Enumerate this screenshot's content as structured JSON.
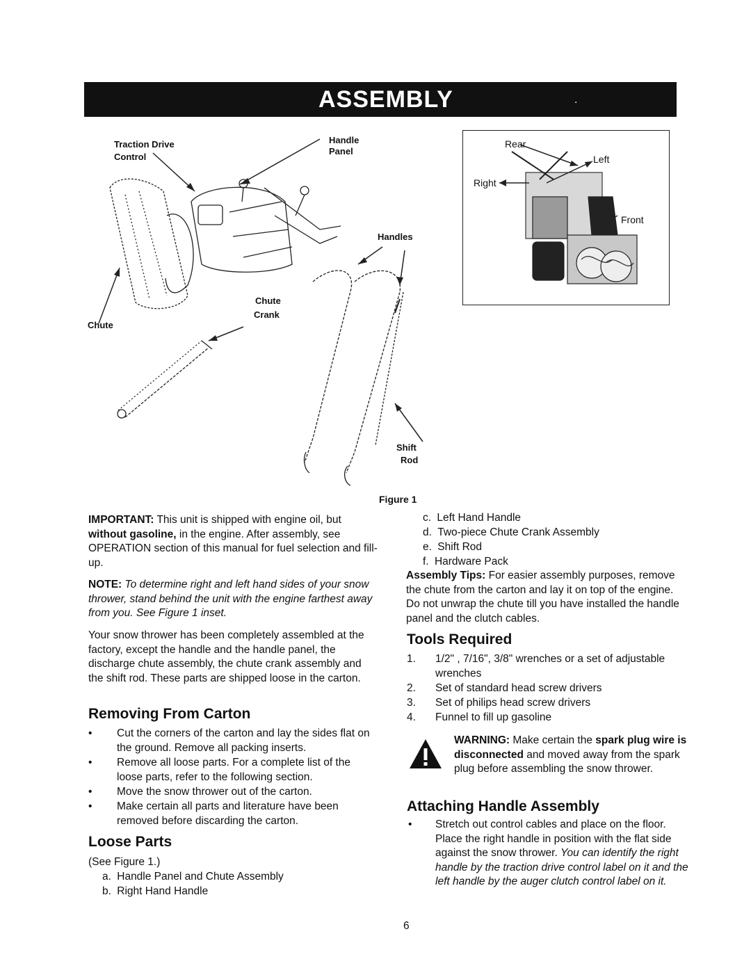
{
  "header": {
    "title": "ASSEMBLY",
    "dot": "."
  },
  "figure": {
    "labels": {
      "traction_drive": "Traction Drive",
      "control": "Control",
      "handle": "Handle",
      "panel": "Panel",
      "handles": "Handles",
      "chute_left": "Chute",
      "chute_crank_1": "Chute",
      "chute_crank_2": "Crank",
      "shift": "Shift",
      "rod": "Rod"
    },
    "inset": {
      "rear": "Rear",
      "left": "Left",
      "right": "Right",
      "front": "Front"
    },
    "caption": "Figure 1"
  },
  "left_column": {
    "important_label": "IMPORTANT:",
    "important_text_1": " This unit is shipped with engine oil, but ",
    "important_bold": "without gasoline,",
    "important_text_2": " in the engine. After assembly, see OPERATION section of this manual for fuel selection and fill-up.",
    "note_label": "NOTE:",
    "note_text": " To determine right and left hand sides of your snow thrower, stand behind the unit with the engine farthest away from you. See Figure 1 inset.",
    "intro": "Your snow thrower has been completely assembled at the factory, except the handle and the handle panel, the discharge chute assembly, the chute crank assembly and the shift rod. These parts are shipped loose in the carton.",
    "removing_heading": "Removing From Carton",
    "removing_items": [
      "Cut the corners of the carton and lay the sides flat on the ground. Remove all packing inserts.",
      "Remove all loose parts. For a complete list of the loose parts, refer to the following section.",
      "Move the snow thrower out of the carton.",
      "Make certain all parts and literature have been removed before discarding the carton."
    ],
    "loose_heading": "Loose Parts",
    "see_figure": "(See Figure 1.)",
    "loose_items": [
      {
        "letter": "a.",
        "text": "Handle Panel and Chute Assembly"
      },
      {
        "letter": "b.",
        "text": "Right Hand Handle"
      }
    ]
  },
  "right_column": {
    "loose_items": [
      {
        "letter": "c.",
        "text": "Left Hand Handle"
      },
      {
        "letter": "d.",
        "text": "Two-piece Chute Crank Assembly"
      },
      {
        "letter": "e.",
        "text": "Shift Rod"
      },
      {
        "letter": "f.",
        "text": "Hardware Pack"
      }
    ],
    "tips_label": "Assembly Tips:",
    "tips_text": " For easier assembly purposes, remove the chute from the carton and lay it on top of the engine. Do not unwrap the chute till you have installed the handle panel and the clutch cables.",
    "tools_heading": "Tools Required",
    "tools": [
      {
        "num": "1.",
        "text": "1/2\" , 7/16\", 3/8\"  wrenches or a set of adjustable wrenches"
      },
      {
        "num": "2.",
        "text": "Set of standard head screw drivers"
      },
      {
        "num": "3.",
        "text": "Set of philips head screw drivers"
      },
      {
        "num": "4.",
        "text": "Funnel to fill up gasoline"
      }
    ],
    "warning_label": "WARNING:",
    "warning_text_1": " Make certain the ",
    "warning_bold": "spark plug wire is disconnected",
    "warning_text_2": " and moved away from the spark plug before assembling the snow thrower.",
    "attaching_heading": "Attaching Handle Assembly",
    "attaching_text": "Stretch out control cables and place on the floor. Place the right handle in position with the flat side against the snow thrower. ",
    "attaching_italic": "You can identify the right handle by the traction drive control label on it and the left handle by the auger clutch control label on it."
  },
  "footer": {
    "page_number": "6"
  }
}
